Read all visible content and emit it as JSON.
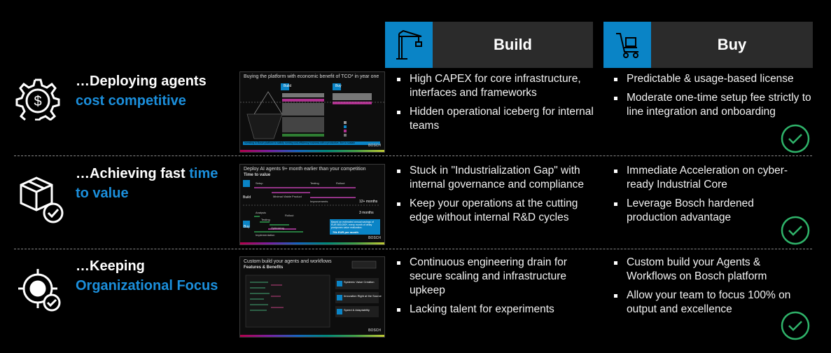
{
  "columns": {
    "build": {
      "label": "Build",
      "icon": "crane-icon"
    },
    "buy": {
      "label": "Buy",
      "icon": "hand-truck-icon"
    }
  },
  "rows": [
    {
      "icon": "dollar-gear-icon",
      "title_white": "…Deploying agents",
      "title_blue": "cost competitive",
      "thumbnail": {
        "title": "Buying the platform with economic benefit of TCO* in year one",
        "build_label": "Build",
        "buy_label": "Buy",
        "footer": "Investing in Bosch platform to satisfy running cost-efficiency business with a productive, fine to sustain",
        "brand": "BOSCH"
      },
      "build": [
        "High CAPEX for core infrastructure, interfaces and frameworks",
        "Hidden operational iceberg for internal teams"
      ],
      "buy": [
        "Predictable & usage-based license",
        "Moderate one-time setup fee strictly to line integration and onboarding"
      ]
    },
    {
      "icon": "box-check-icon",
      "title_white": "…Achieving fast",
      "title_blue_inline": "time",
      "title_blue": "to value",
      "thumbnail": {
        "title": "Deploy AI agents 9+ month earlier than your competition",
        "subtitle": "Time to value",
        "lanes": [
          "Setup",
          "Testing",
          "Rollout",
          "Minimal Viable Product",
          "Improvements",
          "Analysis",
          "Testing",
          "Rollout",
          "Optimizing",
          "Implementation"
        ],
        "build_label": "Build",
        "buy_label": "Buy",
        "months_long": "12+ months",
        "months_short": "3 months",
        "note": "Based on estimated annual savings of EUR 800,000*, every month of delay postpones value realization.",
        "note_value": "70k EUR per month",
        "brand": "BOSCH"
      },
      "build": [
        "Stuck in \"Industrialization Gap\" with internal governance and compliance",
        "Keep your operations at the cutting edge without internal R&D cycles"
      ],
      "buy": [
        "Immediate Acceleration on cyber-ready Industrial Core",
        "Leverage Bosch hardened production advantage"
      ]
    },
    {
      "icon": "target-check-icon",
      "title_white": "…Keeping",
      "title_blue": "Organizational Focus",
      "thumbnail": {
        "title": "Custom build your agents and workflows",
        "subtitle": "Features & Benefits",
        "features": [
          "Systemic Value Creation",
          "Innovation Right at the Source",
          "Speed & Adaptability"
        ],
        "brand": "BOSCH"
      },
      "build": [
        "Continuous engineering drain for secure scaling and infrastructure upkeep",
        "Lacking talent for experiments"
      ],
      "buy": [
        "Custom build your Agents & Workflows on Bosch platform",
        "Allow your team to focus 100% on output and excellence"
      ]
    }
  ],
  "colors": {
    "accent_blue": "#0a84c6",
    "title_blue": "#1b8fdc",
    "check_green": "#2fb36a",
    "header_dark": "#2b2b2b"
  }
}
